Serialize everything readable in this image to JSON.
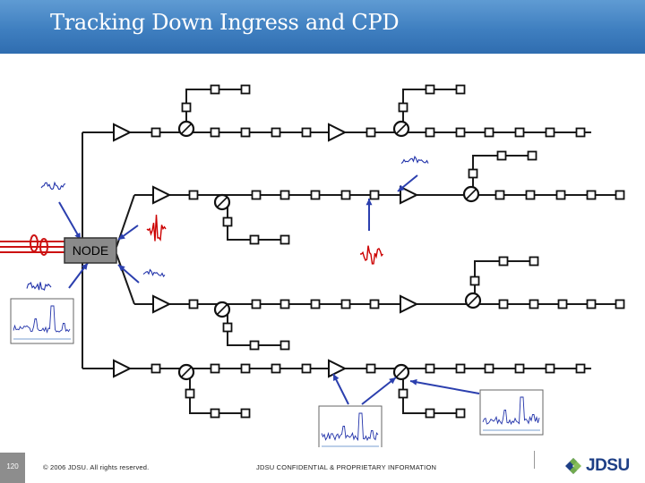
{
  "slide": {
    "title": "Tracking Down Ingress and CPD",
    "page_number": "120",
    "copyright": "© 2006 JDSU. All rights reserved.",
    "confidential": "JDSU CONFIDENTIAL & PROPRIETARY INFORMATION",
    "logo_text": "JDSU"
  },
  "diagram": {
    "node_label": "NODE"
  },
  "colors": {
    "title_bar": "#3f7fc0",
    "cable": "#1a1a1a",
    "arrow": "#2b3fae",
    "ingress_signal": "#cc0000",
    "fiber": "#cc1111",
    "node_box": "#8a8a8a",
    "spectrum_trace": "#2233aa",
    "logo_blue": "#1e3f86",
    "logo_green": "#7ab648"
  }
}
